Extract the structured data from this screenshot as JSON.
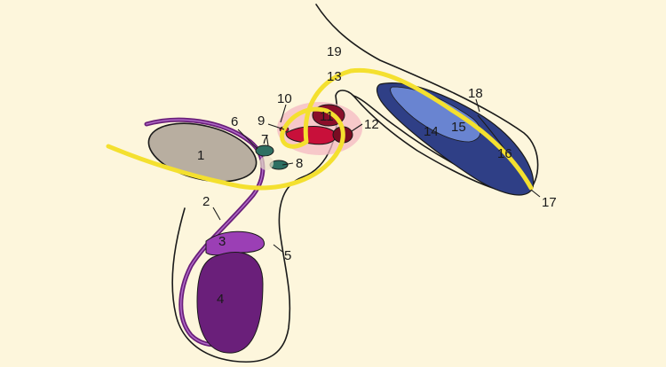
{
  "colors": {
    "background": "#fdf6dc",
    "bone": "#b8aea0",
    "purple_dark": "#6a1f7a",
    "purple_mid": "#9b3fb5",
    "teal": "#2e6f62",
    "red_dark": "#8a0e2a",
    "red": "#c8103a",
    "pink_halo": "#f4b8c3",
    "navy": "#2f3f86",
    "blue_light": "#6d88d6",
    "yellow_path": "#f4e02f"
  },
  "labels": [
    {
      "id": "1",
      "text": "1"
    },
    {
      "id": "2",
      "text": "2"
    },
    {
      "id": "3",
      "text": "3"
    },
    {
      "id": "4",
      "text": "4"
    },
    {
      "id": "5",
      "text": "5"
    },
    {
      "id": "6",
      "text": "6"
    },
    {
      "id": "7",
      "text": "7"
    },
    {
      "id": "8",
      "text": "8"
    },
    {
      "id": "9",
      "text": "9"
    },
    {
      "id": "10",
      "text": "10"
    },
    {
      "id": "11",
      "text": "11"
    },
    {
      "id": "12",
      "text": "12"
    },
    {
      "id": "13",
      "text": "13"
    },
    {
      "id": "14",
      "text": "14"
    },
    {
      "id": "15",
      "text": "15"
    },
    {
      "id": "16",
      "text": "16"
    },
    {
      "id": "17",
      "text": "17"
    },
    {
      "id": "18",
      "text": "18"
    },
    {
      "id": "19",
      "text": "19"
    }
  ]
}
